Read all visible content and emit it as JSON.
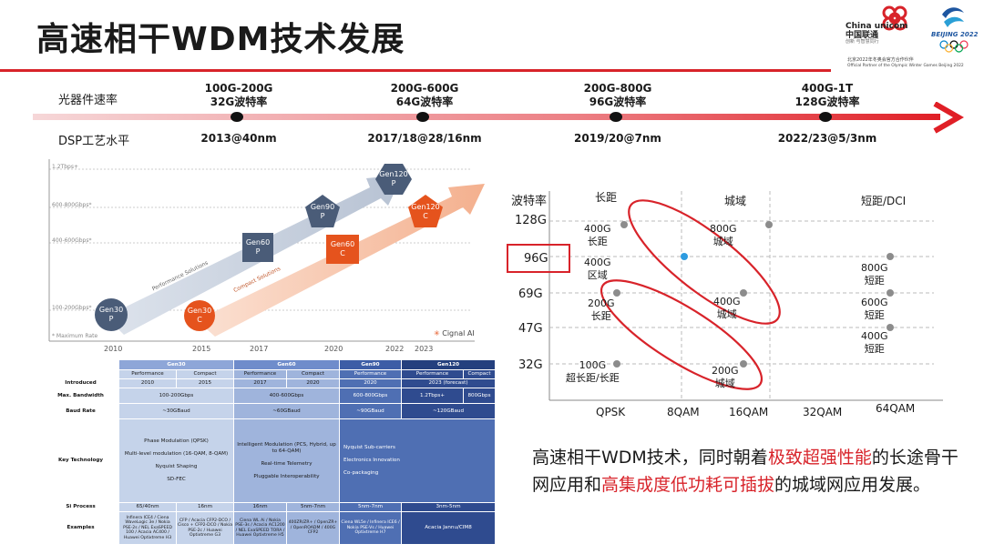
{
  "header": {
    "title": "高速相干WDM技术发展",
    "partner_line_cn": "北京2022年冬奥会官方合作伙伴",
    "partner_line_en": "Official Partner of the Olympic Winter Games Beijing 2022",
    "unicom_brand": "China unicom中国联通",
    "unicom_slogan": "创新 与智慧同行",
    "beijing_logo": "BEIJING 2022"
  },
  "timeline": {
    "row1_label": "光器件速率",
    "row2_label": "DSP工艺水平",
    "arrow_color": "#e01f26",
    "milestones": [
      {
        "rate": "100G-200G",
        "baud": "32G波特率",
        "dsp": "2013@40nm"
      },
      {
        "rate": "200G-600G",
        "baud": "64G波特率",
        "dsp": "2017/18@28/16nm"
      },
      {
        "rate": "200G-800G",
        "baud": "96G波特率",
        "dsp": "2019/20@7nm"
      },
      {
        "rate": "400G-1T",
        "baud": "128G波特率",
        "dsp": "2022/23@5/3nm"
      }
    ]
  },
  "gen_chart": {
    "y_ticks": [
      "1.2Tbps+",
      "600-800Gbps*",
      "400-600Gbps*",
      "100-200Gbps*"
    ],
    "max_rate_note": "* Maximum Rate",
    "x_ticks": [
      "2010",
      "2015",
      "2017",
      "2020",
      "2022",
      "2023"
    ],
    "perf_label": "Performance Solutions",
    "compact_label": "Compact Solutions",
    "brand": "Cignal AI",
    "perf_nodes": [
      {
        "line1": "Gen30",
        "line2": "P"
      },
      {
        "line1": "Gen60",
        "line2": "P"
      },
      {
        "line1": "Gen90",
        "line2": "P"
      },
      {
        "line1": "Gen120",
        "line2": "P"
      }
    ],
    "compact_nodes": [
      {
        "line1": "Gen30",
        "line2": "C"
      },
      {
        "line1": "Gen60",
        "line2": "C"
      },
      {
        "line1": "Gen120",
        "line2": "C"
      }
    ]
  },
  "spec_table": {
    "gens": [
      "Gen30",
      "Gen60",
      "Gen90",
      "Gen120"
    ],
    "sub_perf": "Performance",
    "sub_compact": "Compact",
    "rows": {
      "introduced": {
        "label": "Introduced",
        "g30p": "2010",
        "g30c": "2015",
        "g60p": "2017",
        "g60c": "2020",
        "g90": "2020",
        "g120": "2023 (forecast)"
      },
      "bandwidth": {
        "label": "Max. Bandwidth",
        "g30": "100-200Gbps",
        "g60": "400-600Gbps",
        "g90": "600-800Gbps",
        "g120p": "1.2Tbps+",
        "g120c": "800Gbps"
      },
      "baud": {
        "label": "Baud Rate",
        "g30": "~30GBaud",
        "g60": "~60GBaud",
        "g90": "~90GBaud",
        "g120": "~120GBaud"
      },
      "tech": {
        "label": "Key Technology",
        "g30": [
          "Phase Modulation (QPSK)",
          "Multi-level modulation (16-QAM, 8-QAM)",
          "Nyquist Shaping",
          "SD-FEC"
        ],
        "g60": [
          "Intelligent Modulation (PCS, Hybrid, up to 64-QAM)",
          "Real-time Telemetry",
          "Pluggable Interoperability"
        ],
        "g90": [
          "Nyquist Sub-carriers",
          "Electronics Innovation",
          "Co-packaging"
        ]
      },
      "process": {
        "label": "Si Process",
        "g30p": "65/40nm",
        "g30c": "16nm",
        "g60p": "16nm",
        "g60c": "5nm-7nm",
        "g90": "5nm-7nm",
        "g120": "3nm-5nm"
      },
      "examples": {
        "label": "Examples",
        "g30p": "Infinera ICE4 / Ciena WaveLogic 3e / Nokia PSE-2s / NEL ExaSPEED 100 / Acacia AC400 / Huawei Optixtreme H3",
        "g30c": "CFP / Acacia CFP2-DCO / Cisco + CFP2-DCO / Nokia PSE-2c / Huawei Optixtreme G3",
        "g60p": "Ciena WL Ai / Nokia PSE-3s / Acacia AC1200 / NEL ExaSPEED TORA / Huawei Optixtreme H5",
        "g60c": "400ZR/ZR+ / OpenZR+ / OpenROADM / 400G CFP2",
        "g90": "Ciena WL5e / Infinera ICE6 / Nokia PSE-Vs / Huawei Optixtreme H7",
        "g120": "Acacia Jannu/CIM8"
      }
    }
  },
  "scatter": {
    "ylabel": "波特率",
    "y_ticks": [
      "128G",
      "96G",
      "69G",
      "47G",
      "32G"
    ],
    "x_ticks": [
      "QPSK",
      "8QAM",
      "16QAM",
      "32QAM",
      "64QAM"
    ],
    "col_headers": [
      "长距",
      "城域",
      "短距/DCI"
    ],
    "highlight_box_color": "#d8232a",
    "points": [
      {
        "rate": "400G",
        "reach": "长距"
      },
      {
        "rate": "800G",
        "reach": "城域"
      },
      {
        "rate": "400G",
        "reach": "区域"
      },
      {
        "rate": "800G",
        "reach": "短距"
      },
      {
        "rate": "200G",
        "reach": "长距"
      },
      {
        "rate": "400G",
        "reach": "城域"
      },
      {
        "rate": "600G",
        "reach": "短距"
      },
      {
        "rate": "400G",
        "reach": "短距"
      },
      {
        "rate": "100G",
        "reach": "超长距/长距"
      },
      {
        "rate": "200G",
        "reach": "城域"
      }
    ]
  },
  "conclusion": {
    "p1": "高速相干WDM技术，同时朝着",
    "h1": "极致超强性能",
    "p2": "的长途骨干网应用和",
    "h2": "高集成度低功耗可插拔",
    "p3": "的城域网应用发展。"
  }
}
